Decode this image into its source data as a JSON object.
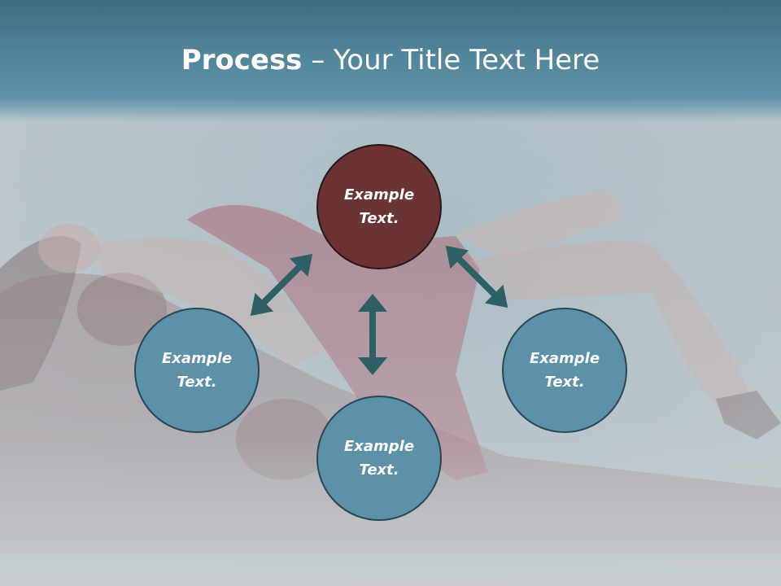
{
  "slide": {
    "title_bold": "Process",
    "title_rest": " – Your Title Text Here"
  },
  "diagram": {
    "nodes": [
      {
        "id": "top",
        "text": "Example\nText.",
        "color": "#6b3333"
      },
      {
        "id": "left",
        "text": "Example\nText.",
        "color": "#5b92a6"
      },
      {
        "id": "bottom",
        "text": "Example\nText.",
        "color": "#5b92a6"
      },
      {
        "id": "right",
        "text": "Example\nText.",
        "color": "#5b92a6"
      }
    ],
    "arrow_color": "#2e5f63"
  }
}
